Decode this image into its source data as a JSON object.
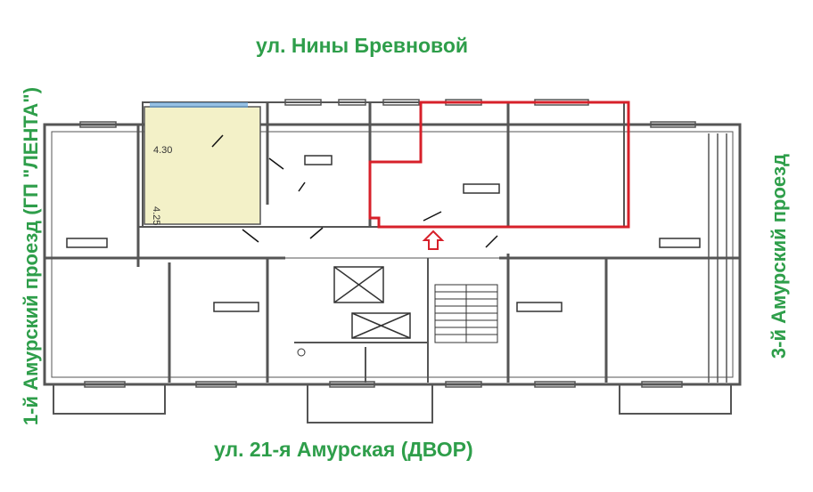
{
  "streets": {
    "top": "ул. Нины Бревновой",
    "bottom": "ул. 21-я Амурская (ДВОР)",
    "left": "1-й Амурский проезд (ГП \"ЛЕНТА\")",
    "right": "3-й Амурский проезд"
  },
  "dimensions": {
    "width": "4.30",
    "depth": "4.25"
  },
  "colors": {
    "street_label": "#2e9e4a",
    "highlight": "#d7202a",
    "wall": "#555555",
    "window": "#6aa6d8",
    "balcony_tint": "#f3f1c8"
  },
  "icons": {
    "entrance": "arrow-up-outline-icon",
    "elevator": "elevator-cross-icon",
    "stairs": "staircase-icon"
  }
}
